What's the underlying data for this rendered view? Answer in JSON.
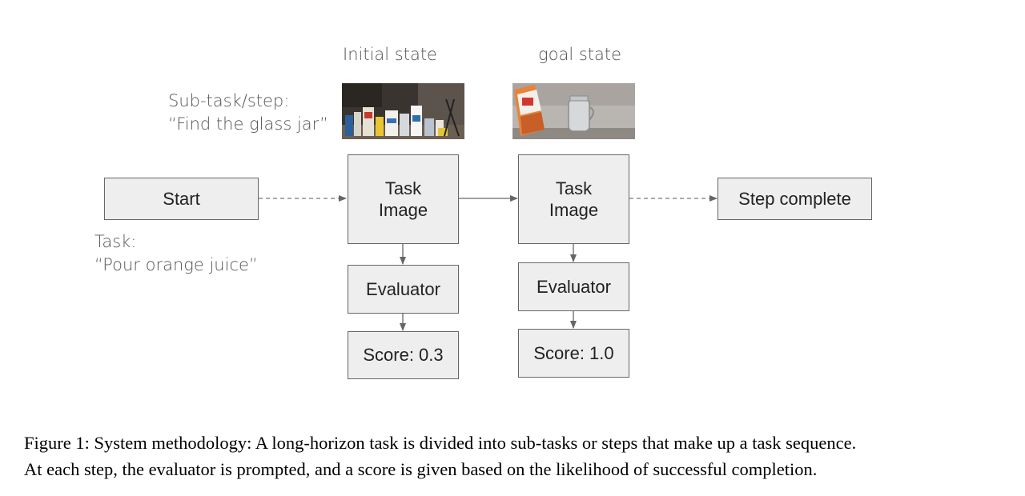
{
  "labels": {
    "initial_state": "Initial state",
    "goal_state": "goal state",
    "subtask_line1": "Sub-task/step:",
    "subtask_line2": "“Find the glass jar”",
    "task_line1": "Task:",
    "task_line2": "“Pour orange juice”"
  },
  "nodes": {
    "start": "Start",
    "task_image_1": "Task\nImage",
    "task_image_2": "Task\nImage",
    "evaluator_1": "Evaluator",
    "evaluator_2": "Evaluator",
    "score_1": "Score: 0.3",
    "score_2": "Score: 1.0",
    "step_complete": "Step complete"
  },
  "caption": {
    "line1": "Figure 1: System methodology: A long-horizon task is divided into sub-tasks or steps that make up a task sequence.",
    "line2": "At each step, the evaluator is prompted, and a score is given based on the likelihood of successful completion."
  },
  "colors": {
    "box_fill": "#eeeeee",
    "box_border": "#666666",
    "arrow": "#666666"
  }
}
